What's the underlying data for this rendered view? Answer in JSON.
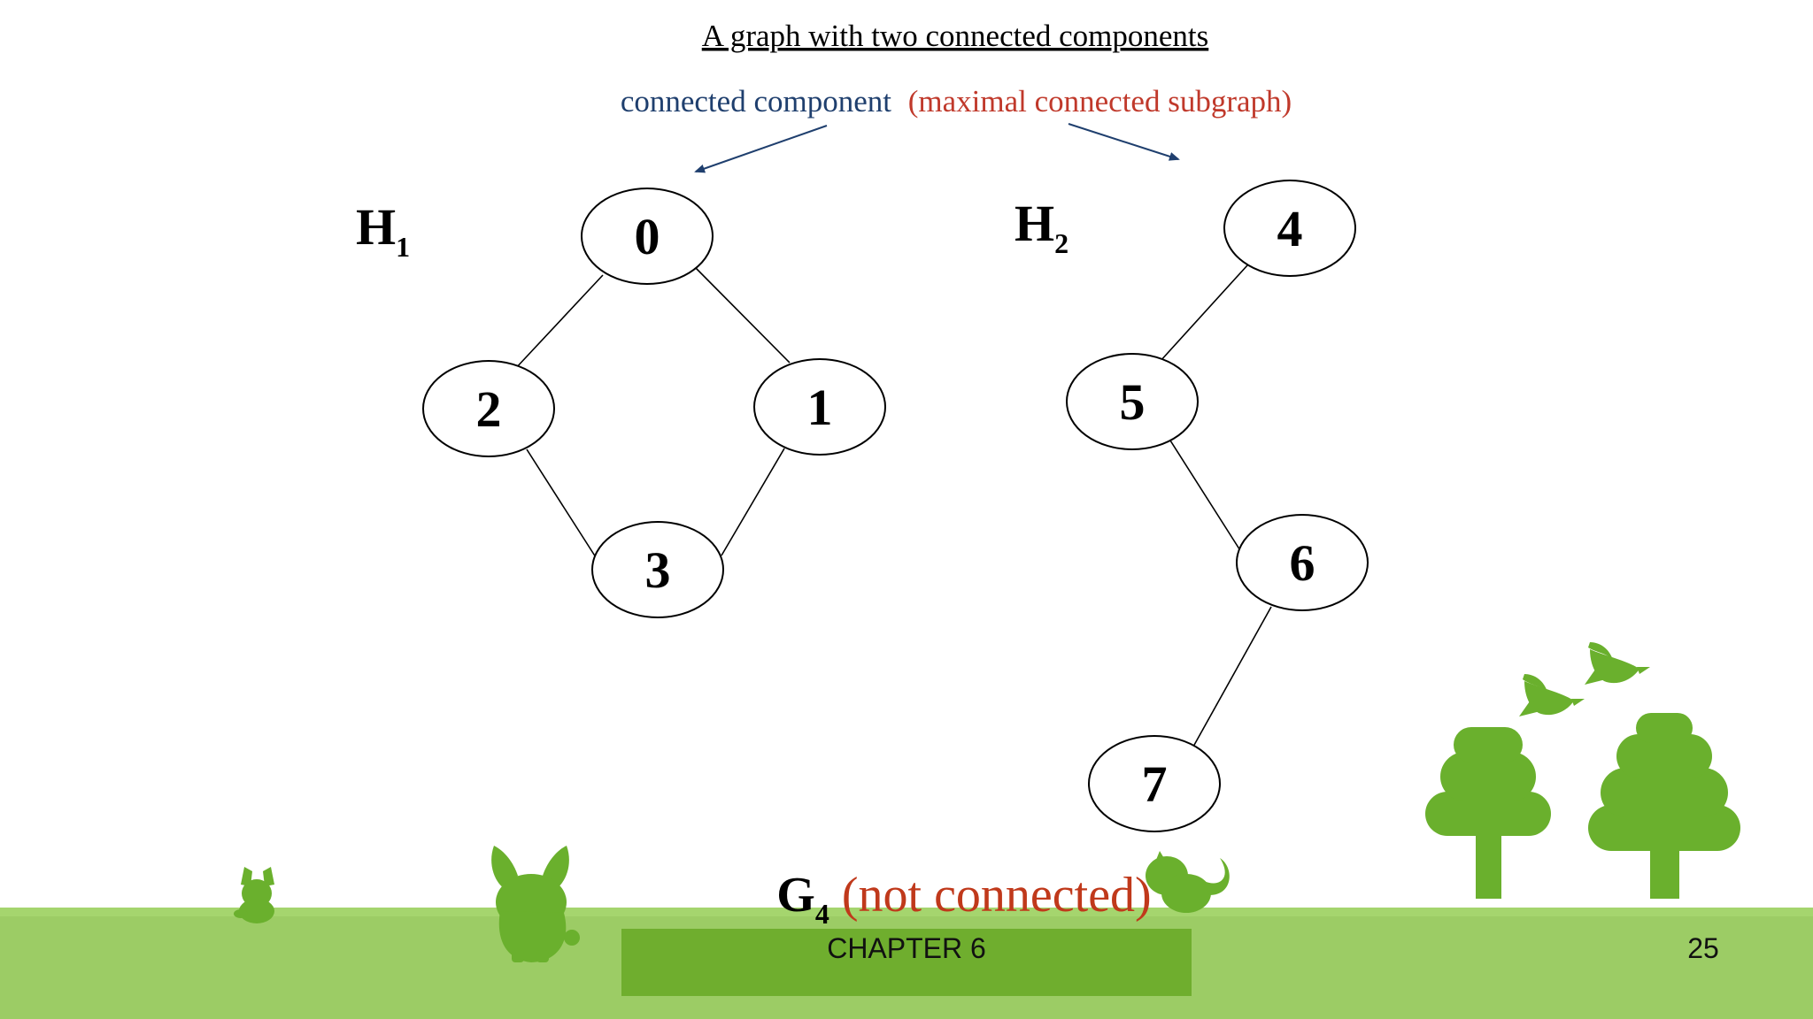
{
  "slide": {
    "title": "A graph with two connected components",
    "annotation": {
      "main": "connected component",
      "paren": "(maximal connected subgraph)"
    },
    "components": [
      {
        "label": "H",
        "subscript": "1"
      },
      {
        "label": "H",
        "subscript": "2"
      }
    ],
    "caption": {
      "label": "G",
      "subscript": "4",
      "suffix": "(not connected)"
    }
  },
  "graph": {
    "nodes": [
      "0",
      "1",
      "2",
      "3",
      "4",
      "5",
      "6",
      "7"
    ],
    "edges": [
      [
        "0",
        "2"
      ],
      [
        "0",
        "1"
      ],
      [
        "2",
        "3"
      ],
      [
        "1",
        "3"
      ],
      [
        "4",
        "5"
      ],
      [
        "5",
        "6"
      ],
      [
        "6",
        "7"
      ]
    ]
  },
  "footer": {
    "chapter": "CHAPTER 6",
    "page_number": "25"
  },
  "colors": {
    "annotation_blue": "#1f3f6e",
    "annotation_red": "#c0392b",
    "caption_red": "#c0391b",
    "grass": "#9ccc65",
    "grass_dark": "#7cb342",
    "chapter_box": "#6fae2e",
    "silhouette": "#6ab02d"
  },
  "decorations": [
    "bunny-silhouette",
    "rabbit-silhouette",
    "squirrel-silhouette",
    "tree-icon",
    "bird-icon"
  ]
}
